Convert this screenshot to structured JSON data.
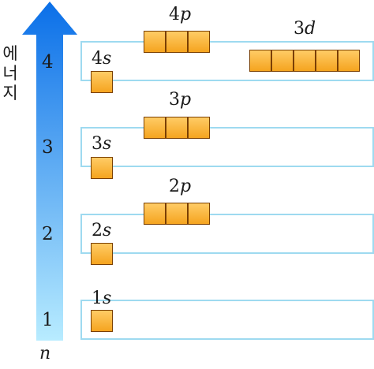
{
  "energy_axis": {
    "label_chars": [
      "에",
      "너",
      "지"
    ],
    "n_symbol": "n",
    "levels": [
      "1",
      "2",
      "3",
      "4"
    ],
    "arrow_color_top": "#0a6fe8",
    "arrow_color_bottom": "#b8ecff"
  },
  "orbitals": {
    "s1": {
      "num": "1",
      "letter": "s",
      "count": 1
    },
    "s2": {
      "num": "2",
      "letter": "s",
      "count": 1
    },
    "p2": {
      "num": "2",
      "letter": "p",
      "count": 3
    },
    "s3": {
      "num": "3",
      "letter": "s",
      "count": 1
    },
    "p3": {
      "num": "3",
      "letter": "p",
      "count": 3
    },
    "s4": {
      "num": "4",
      "letter": "s",
      "count": 1
    },
    "p4": {
      "num": "4",
      "letter": "p",
      "count": 3
    },
    "d3": {
      "num": "3",
      "letter": "d",
      "count": 5
    }
  },
  "colors": {
    "cell_fill": "#f5a41f",
    "cell_border": "#7a3f00",
    "box_border": "#9edaf0"
  }
}
